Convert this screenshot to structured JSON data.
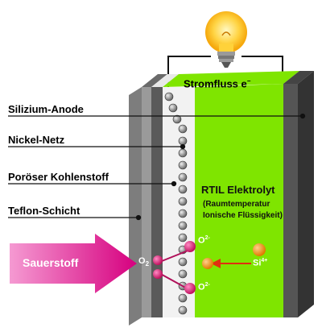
{
  "labels": {
    "silizium_anode": "Silizium-Anode",
    "nickel_netz": "Nickel-Netz",
    "poroeser_kohlenstoff": "Poröser Kohlenstoff",
    "teflon_schicht": "Teflon-Schicht",
    "stromfluss": "Stromfluss e",
    "stromfluss_sup": "−",
    "rtil_title": "RTIL Elektrolyt",
    "rtil_line1": "(Raumtemperatur",
    "rtil_line2": "Ionische Flüssigkeit)",
    "sauerstoff": "Sauerstoff",
    "o2": "O",
    "o2_sub": "2",
    "o2minus_1": "O",
    "o2minus_1_sup": "2-",
    "o2minus_2": "O",
    "o2minus_2_sup": "2-",
    "si": "Si",
    "si_sup": "4+"
  },
  "colors": {
    "electrolyte_green": "#7fe500",
    "anode_gray": "#555555",
    "teflon_gray": "#9a9a9a",
    "carbon_white": "#f2f2f2",
    "arrow_magenta": "#e0168c",
    "oxygen_pink": "#e01a78",
    "silicon_orange": "#f08a1a",
    "arrow_red": "#e03010"
  },
  "icons": {
    "bulb": "lightbulb-icon"
  }
}
